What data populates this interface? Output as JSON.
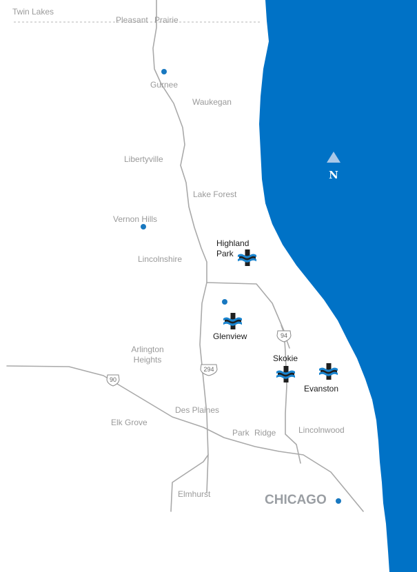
{
  "colors": {
    "lake": "#0072c6",
    "road": "#a9a9a9",
    "town_text": "#9a9a9a",
    "hospital_text": "#1a1a1a",
    "city_text": "#9a9ea3",
    "marker": "#1878c0"
  },
  "compass": {
    "label": "N",
    "icon": "north-arrow-icon"
  },
  "towns": {
    "twin_lakes": "Twin Lakes",
    "pleasant": "Pleasant",
    "prairie": "Prairie",
    "gurnee": "Gurnee",
    "waukegan": "Waukegan",
    "libertyville": "Libertyville",
    "lake_forest": "Lake Forest",
    "vernon_hills": "Vernon Hills",
    "lincolnshire": "Lincolnshire",
    "arlington_1": "Arlington",
    "arlington_2": "Heights",
    "des_plaines": "Des Plaines",
    "elk_grove": "Elk Grove",
    "park": "Park",
    "ridge": "Ridge",
    "lincolnwood": "Lincolnwood",
    "elmhurst": "Elmhurst"
  },
  "city": {
    "chicago": "CHICAGO"
  },
  "hospitals": {
    "highland_park_1": "Highland",
    "highland_park_2": "Park",
    "glenview": "Glenview",
    "skokie": "Skokie",
    "evanston": "Evanston",
    "icon": "hospital-cross-icon"
  },
  "highways": {
    "i90": "90",
    "i294": "294",
    "i94": "94"
  }
}
